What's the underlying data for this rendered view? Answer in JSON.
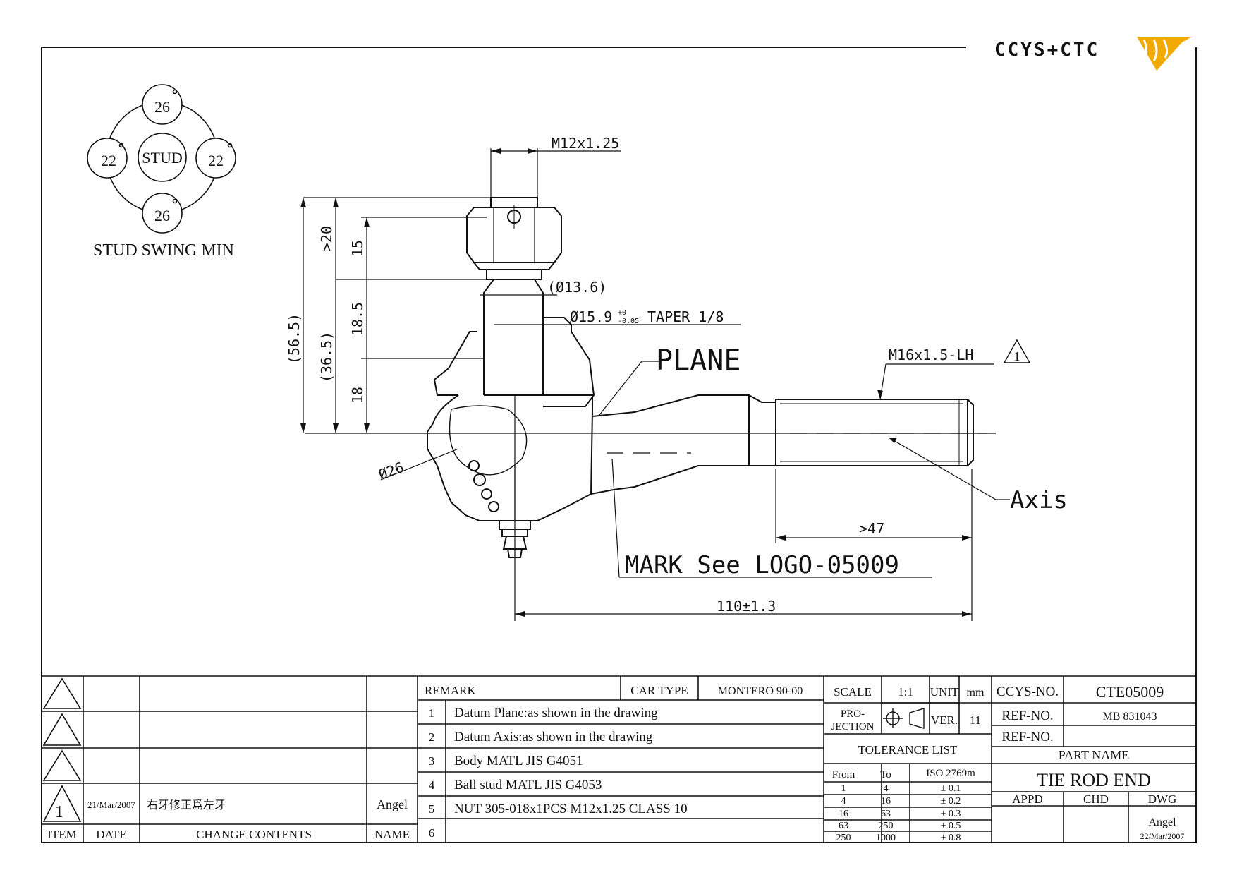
{
  "logo": {
    "text": "CCYS+CTC",
    "accent": "#f2a900",
    "gray": "#8a8a8a"
  },
  "swing": {
    "top": "26",
    "bottom": "26",
    "left": "22",
    "right": "22",
    "center": "STUD",
    "label": "STUD SWING MIN"
  },
  "dims": {
    "m12": "M12x1.25",
    "d136": "(Ø13.6)",
    "d159": "Ø15.9",
    "tol_up": "+0",
    "tol_dn": "-0.05",
    "taper": "TAPER 1/8",
    "plane": "PLANE",
    "m16": "M16x1.5-LH",
    "rev": "1",
    "axis": "Axis",
    "d47": ">47",
    "mark": "MARK See LOGO-05009",
    "d110": "110±1.3",
    "d26": "Ø26",
    "v565": "(56.5)",
    "v365": "(36.5)",
    "v20": ">20",
    "v15": "15",
    "v185": "18.5",
    "v18": "18"
  },
  "revisions": {
    "rows": [
      {
        "item": "",
        "date": "",
        "contents": "",
        "name": ""
      },
      {
        "item": "",
        "date": "",
        "contents": "",
        "name": ""
      },
      {
        "item": "",
        "date": "",
        "contents": "",
        "name": ""
      },
      {
        "item": "1",
        "date": "21/Mar/2007",
        "contents": "右牙修正爲左牙",
        "name": "Angel"
      }
    ],
    "headers": {
      "item": "ITEM",
      "date": "DATE",
      "contents": "CHANGE CONTENTS",
      "name": "NAME"
    }
  },
  "remarks": {
    "title": "REMARK",
    "car_type_label": "CAR TYPE",
    "car_type": "MONTERO 90-00",
    "items": [
      {
        "no": "1",
        "text": "Datum Plane:as shown in the drawing"
      },
      {
        "no": "2",
        "text": "Datum Axis:as shown in the drawing"
      },
      {
        "no": "3",
        "text": "Body MATL JIS G4051"
      },
      {
        "no": "4",
        "text": "Ball stud MATL JIS G4053"
      },
      {
        "no": "5",
        "text": "NUT 305-018x1PCS M12x1.25 CLASS 10"
      },
      {
        "no": "6",
        "text": ""
      }
    ]
  },
  "spec": {
    "scale_label": "SCALE",
    "scale": "1:1",
    "unit_label": "UNIT",
    "unit": "mm",
    "proj_label_1": "PRO-",
    "proj_label_2": "JECTION",
    "ver_label": "VER.",
    "ver": "11",
    "tol_title": "TOLERANCE LIST",
    "tol_from": "From",
    "tol_to": "To",
    "tol_std": "ISO 2769m",
    "tolerances": [
      {
        "from": "1",
        "to": "4",
        "tol": "± 0.1"
      },
      {
        "from": "4",
        "to": "16",
        "tol": "± 0.2"
      },
      {
        "from": "16",
        "to": "63",
        "tol": "± 0.3"
      },
      {
        "from": "63",
        "to": "250",
        "tol": "± 0.5"
      },
      {
        "from": "250",
        "to": "1000",
        "tol": "± 0.8"
      }
    ]
  },
  "title_block": {
    "ccys_label": "CCYS-NO.",
    "ccys": "CTE05009",
    "ref1_label": "REF-NO.",
    "ref1": "MB 831043",
    "ref2_label": "REF-NO.",
    "ref2": "",
    "part_label": "PART NAME",
    "part": "TIE ROD END",
    "appd": "APPD",
    "chd": "CHD",
    "dwg": "DWG",
    "drawer": "Angel",
    "drawn_date": "22/Mar/2007"
  }
}
